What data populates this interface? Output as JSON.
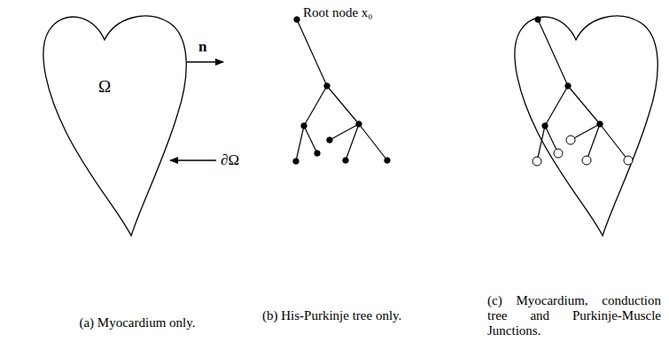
{
  "diagram": {
    "nodes": [
      {
        "text": [
          "Ω"
        ]
      }
    ],
    "labels": [
      "n",
      "∂Ω",
      "Root node x₀",
      "(a) Myocardium only.",
      "(b) His-Purkinje tree only.",
      "(c) Myocardium, conduction tree and Purkinje-Muscle Junctions."
    ]
  }
}
